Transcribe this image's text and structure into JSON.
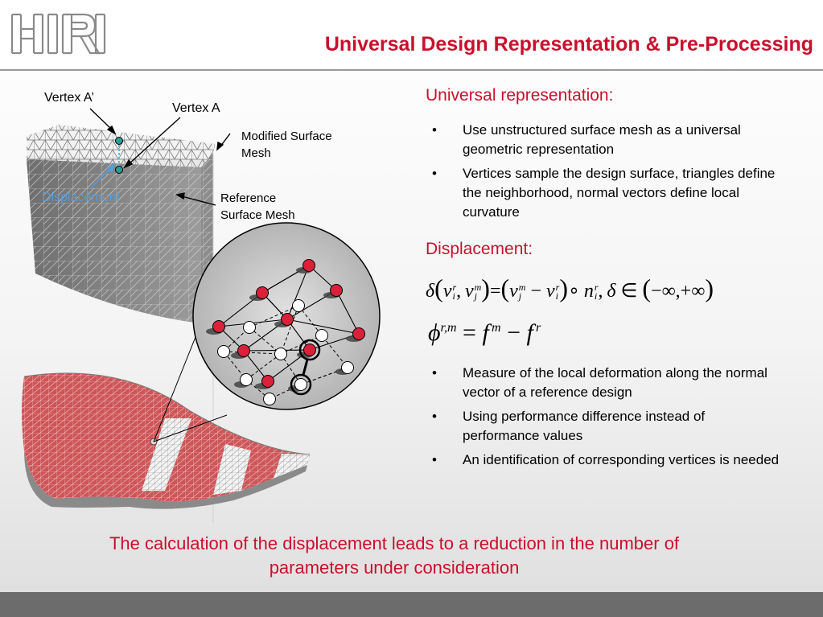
{
  "header": {
    "logo_text": "HRI",
    "title": "Universal Design Representation & Pre-Processing"
  },
  "graphic": {
    "labels": {
      "vertex_a_prime": "Vertex A’",
      "vertex_a": "Vertex A",
      "modified_mesh": "Modified Surface Mesh",
      "reference_mesh": "Reference Surface Mesh",
      "displacement": "Displacement"
    }
  },
  "universal": {
    "heading": "Universal representation:",
    "bullets": [
      "Use unstructured surface mesh as a universal geometric representation",
      "Vertices sample the design surface, triangles define the neighborhood, normal vectors define local curvature"
    ]
  },
  "displacement": {
    "heading": "Displacement:",
    "bullets": [
      "Measure of the local deformation along the normal vector of a reference design",
      "Using performance difference instead of performance values",
      "An identification of corresponding vertices is needed"
    ]
  },
  "conclusion": "The calculation of the displacement leads to a reduction in the number of parameters under consideration",
  "colors": {
    "accent_red": "#c8102e",
    "label_blue": "#5b9bd5",
    "footer_gray": "#6c6c6c"
  }
}
